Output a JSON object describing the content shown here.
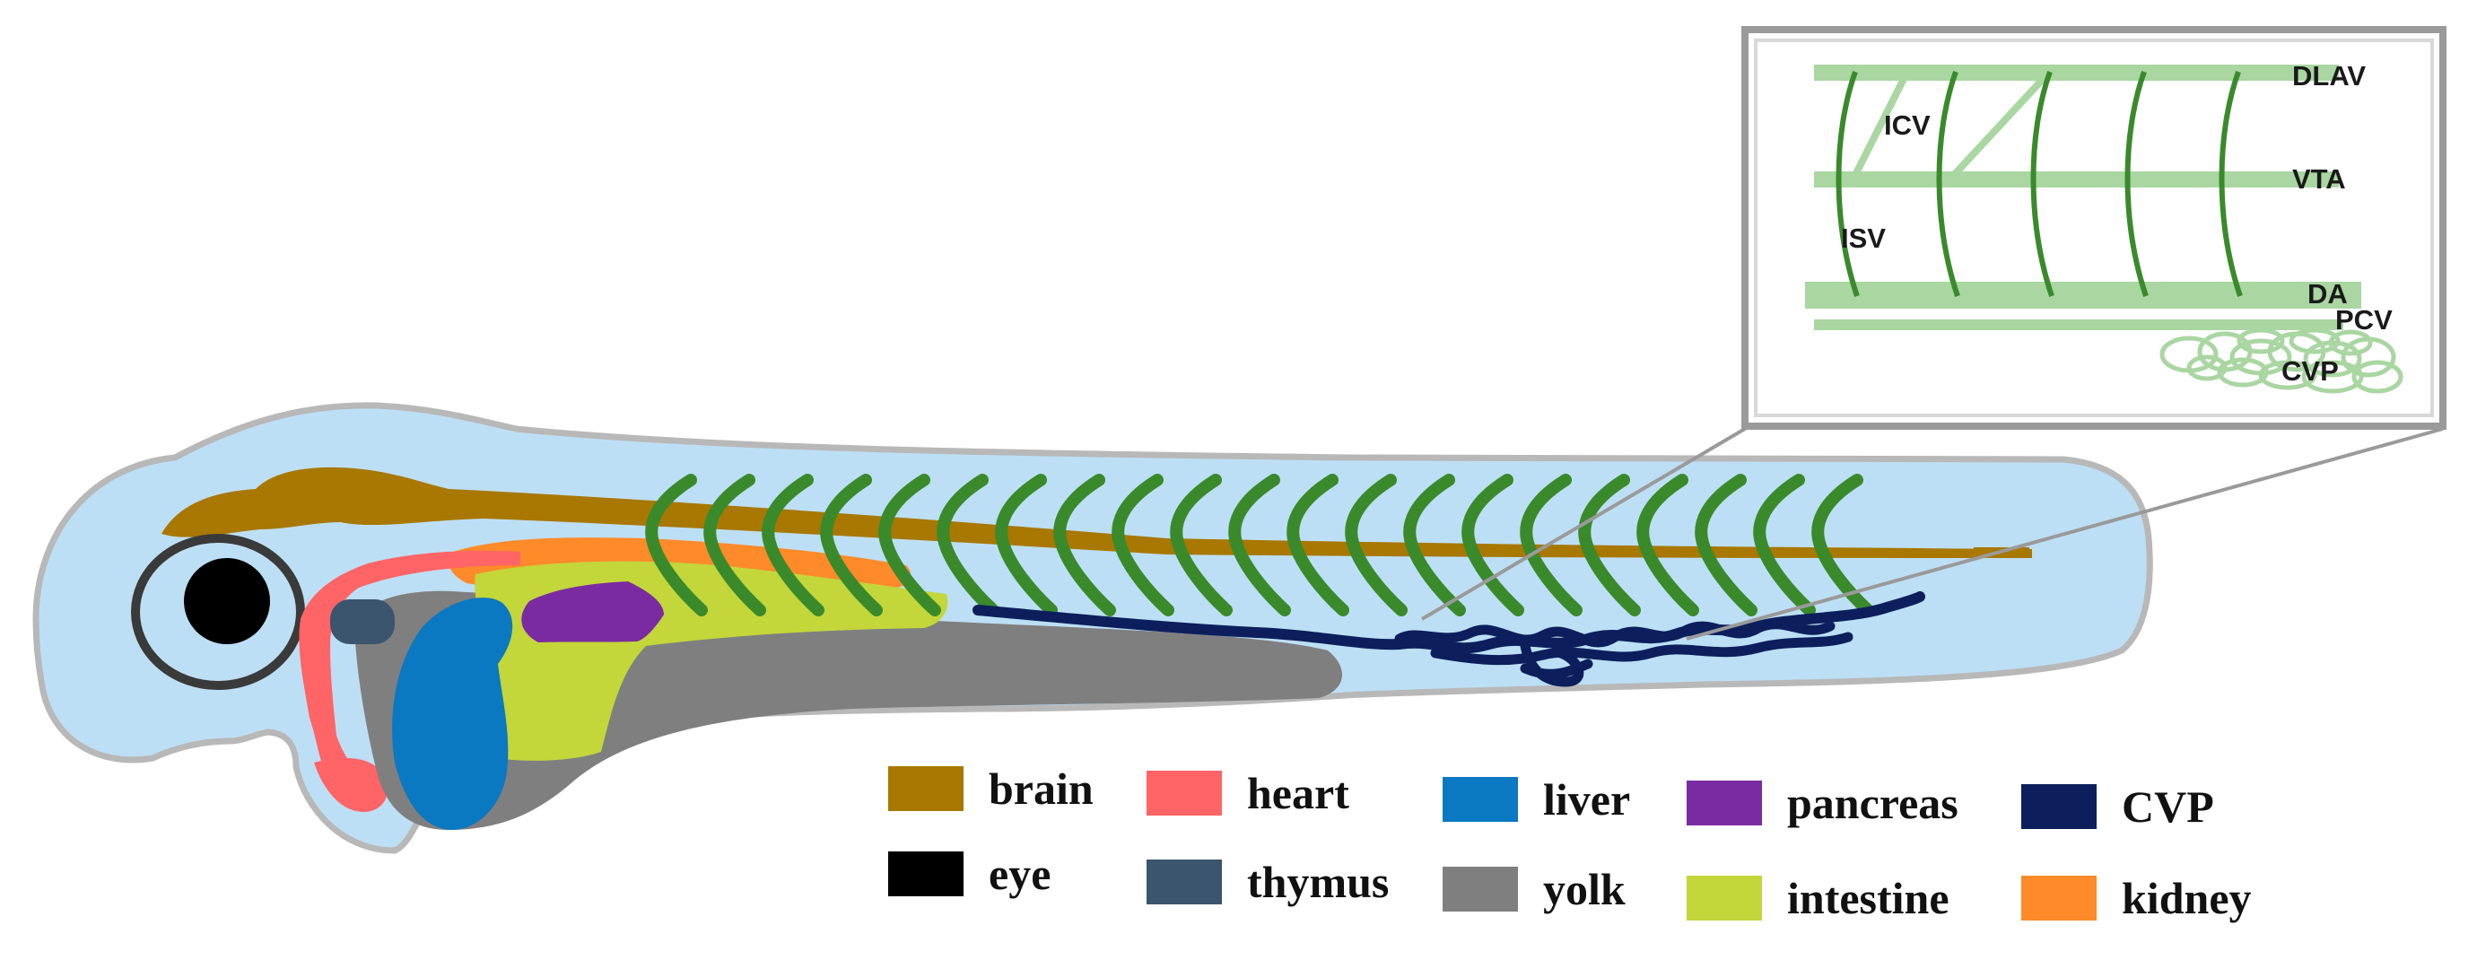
{
  "colors": {
    "body_fill": "#bddff5",
    "body_outline": "#b8b8b8",
    "vessel_green": "#3a8a2c",
    "inset_green": "#a9d6a1",
    "inset_frame": "#9a9a9a",
    "cvp_navy": "#0c1f5c"
  },
  "inset": {
    "labels": {
      "dlav": "DLAV",
      "icv": "ICV",
      "vta": "VTA",
      "isv": "ISV",
      "da": "DA",
      "pcv": "PCV",
      "cvp": "CVP"
    }
  },
  "legend": [
    {
      "label": "brain",
      "color": "#a87800"
    },
    {
      "label": "heart",
      "color": "#ff6466"
    },
    {
      "label": "liver",
      "color": "#0b78c2"
    },
    {
      "label": "pancreas",
      "color": "#7b2ba2"
    },
    {
      "label": "CVP",
      "color": "#0c1f5c"
    },
    {
      "label": "eye",
      "color": "#000000"
    },
    {
      "label": "thymus",
      "color": "#3b556f"
    },
    {
      "label": "yolk",
      "color": "#7f7f7f"
    },
    {
      "label": "intestine",
      "color": "#c3d63a"
    },
    {
      "label": "kidney",
      "color": "#ff8a2a"
    }
  ]
}
